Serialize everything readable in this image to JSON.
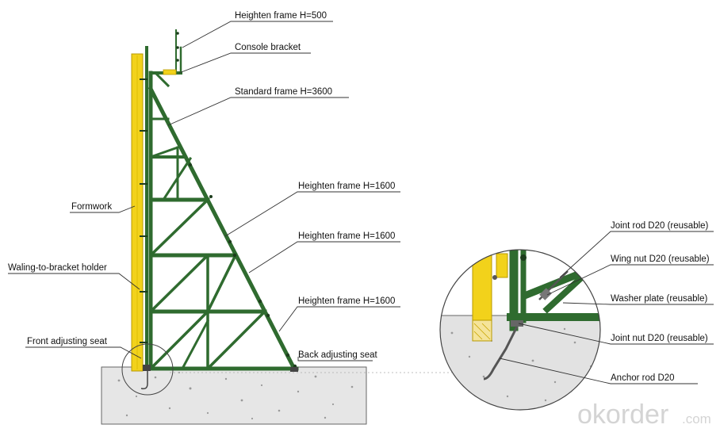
{
  "labels": {
    "heighten_frame_500": "Heighten frame H=500",
    "console_bracket": "Console bracket",
    "standard_frame_3600": "Standard frame H=3600",
    "heighten_frame_1600_a": "Heighten frame H=1600",
    "heighten_frame_1600_b": "Heighten frame H=1600",
    "heighten_frame_1600_c": "Heighten frame H=1600",
    "formwork": "Formwork",
    "waling_holder": "Waling-to-bracket holder",
    "front_adjusting_seat": "Front adjusting seat",
    "back_adjusting_seat": "Back adjusting seat",
    "joint_rod": "Joint rod D20 (reusable)",
    "wing_nut": "Wing nut D20 (reusable)",
    "washer_plate": "Washer plate (reusable)",
    "joint_nut": "Joint nut D20 (reusable)",
    "anchor_rod": "Anchor rod D20"
  },
  "watermark": {
    "brand": "okorder",
    "suffix": ".com"
  },
  "colors": {
    "steel_green": "#2f6b2f",
    "formwork_yellow": "#f2d21b",
    "formwork_edge": "#b89a00",
    "concrete": "#e6e6e6",
    "text": "#111111"
  }
}
